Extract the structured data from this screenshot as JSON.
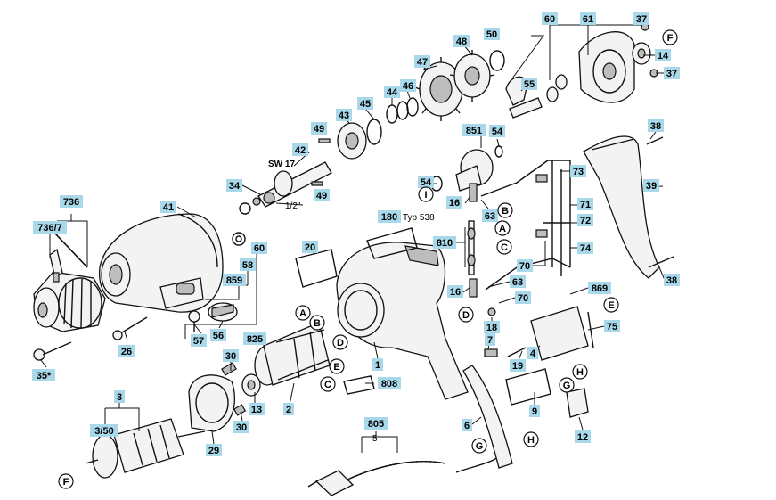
{
  "labels": {
    "l60a": "60",
    "l61": "61",
    "l37a": "37",
    "l14": "14",
    "l37b": "37",
    "l50": "50",
    "l48": "48",
    "l47": "47",
    "l55": "55",
    "l46": "46",
    "l44": "44",
    "l45": "45",
    "l43": "43",
    "l49a": "49",
    "l42": "42",
    "l49b": "49",
    "l34": "34",
    "l41": "41",
    "l736": "736",
    "l736_7": "736/7",
    "l60b": "60",
    "l58": "58",
    "l859": "859",
    "l57": "57",
    "l56": "56",
    "l825": "825",
    "l26": "26",
    "l35": "35*",
    "l20": "20",
    "l180": "180",
    "l851": "851",
    "l54a": "54",
    "l54b": "54",
    "l16a": "16",
    "l63a": "63",
    "l810": "810",
    "l16b": "16",
    "l63b": "63",
    "l73": "73",
    "l71": "71",
    "l72": "72",
    "l74": "74",
    "l70a": "70",
    "l70b": "70",
    "l869": "869",
    "l38a": "38",
    "l39": "39",
    "l38b": "38",
    "l1": "1",
    "l2": "2",
    "l808": "808",
    "l30a": "30",
    "l13": "13",
    "l30b": "30",
    "l29": "29",
    "l3": "3",
    "l3_50": "3/50",
    "l805": "805",
    "l6": "6",
    "l7": "7",
    "l18": "18",
    "l19": "19",
    "l4": "4",
    "l75": "75",
    "l9": "9",
    "l12": "12"
  },
  "circles": {
    "cF_top": "F",
    "cF_bottom": "F",
    "cA1": "A",
    "cB1": "B",
    "cD1": "D",
    "cE1": "E",
    "cC1": "C",
    "cI": "I",
    "cB2": "B",
    "cA2": "A",
    "cC2": "C",
    "cD2": "D",
    "cE2": "E",
    "cH1": "H",
    "cG1": "G",
    "cG2": "G",
    "cH2": "H"
  },
  "text": {
    "typ": "Typ 538",
    "sw17": "SW 17",
    "half_inch": "1/2\"",
    "cord_5": "5"
  }
}
